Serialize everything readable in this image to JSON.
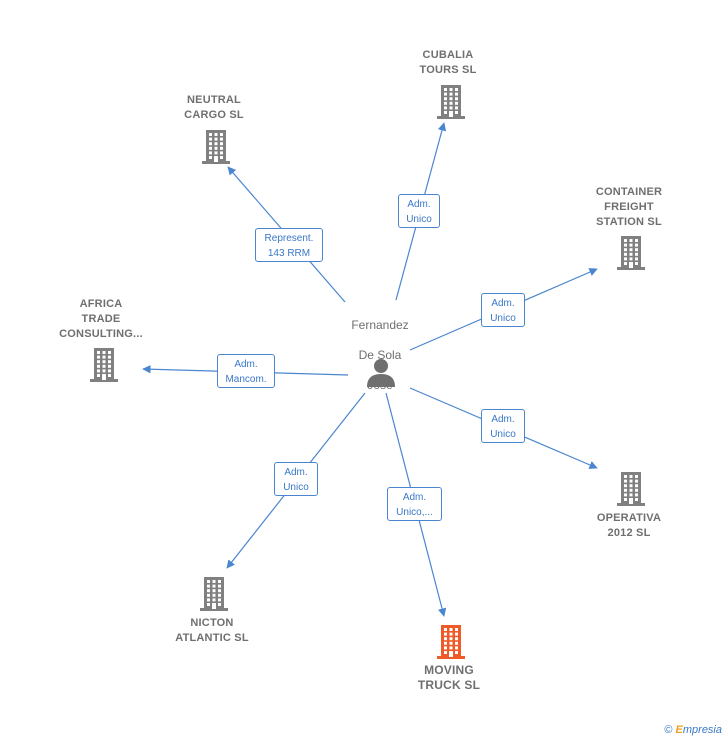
{
  "person": {
    "name_line1": "Fernandez",
    "name_line2": "De Sola",
    "name_line3": "Jose"
  },
  "companies": [
    {
      "key": "cubalia",
      "label": "CUBALIA\nTOURS  SL"
    },
    {
      "key": "neutral",
      "label": "NEUTRAL\nCARGO  SL"
    },
    {
      "key": "container",
      "label": "CONTAINER\nFREIGHT\nSTATION SL"
    },
    {
      "key": "africa",
      "label": "AFRICA\nTRADE\nCONSULTING..."
    },
    {
      "key": "operativa",
      "label": "OPERATIVA\n2012 SL"
    },
    {
      "key": "nicton",
      "label": "NICTON\nATLANTIC  SL"
    },
    {
      "key": "moving",
      "label": "MOVING\nTRUCK  SL"
    }
  ],
  "relations": [
    {
      "target": "cubalia",
      "label": "Adm.\nUnico"
    },
    {
      "target": "neutral",
      "label": "Represent.\n143 RRM"
    },
    {
      "target": "container",
      "label": "Adm.\nUnico"
    },
    {
      "target": "africa",
      "label": "Adm.\nMancom."
    },
    {
      "target": "operativa",
      "label": "Adm.\nUnico"
    },
    {
      "target": "nicton",
      "label": "Adm.\nUnico"
    },
    {
      "target": "moving",
      "label": "Adm.\nUnico,..."
    }
  ],
  "colors": {
    "edge": "#4a86cf",
    "building": "#808080",
    "building_highlight": "#f05a28",
    "person": "#6f6f6f"
  },
  "footer": {
    "copyright_symbol": "©",
    "brand_first": "E",
    "brand_rest": "mpresia"
  }
}
